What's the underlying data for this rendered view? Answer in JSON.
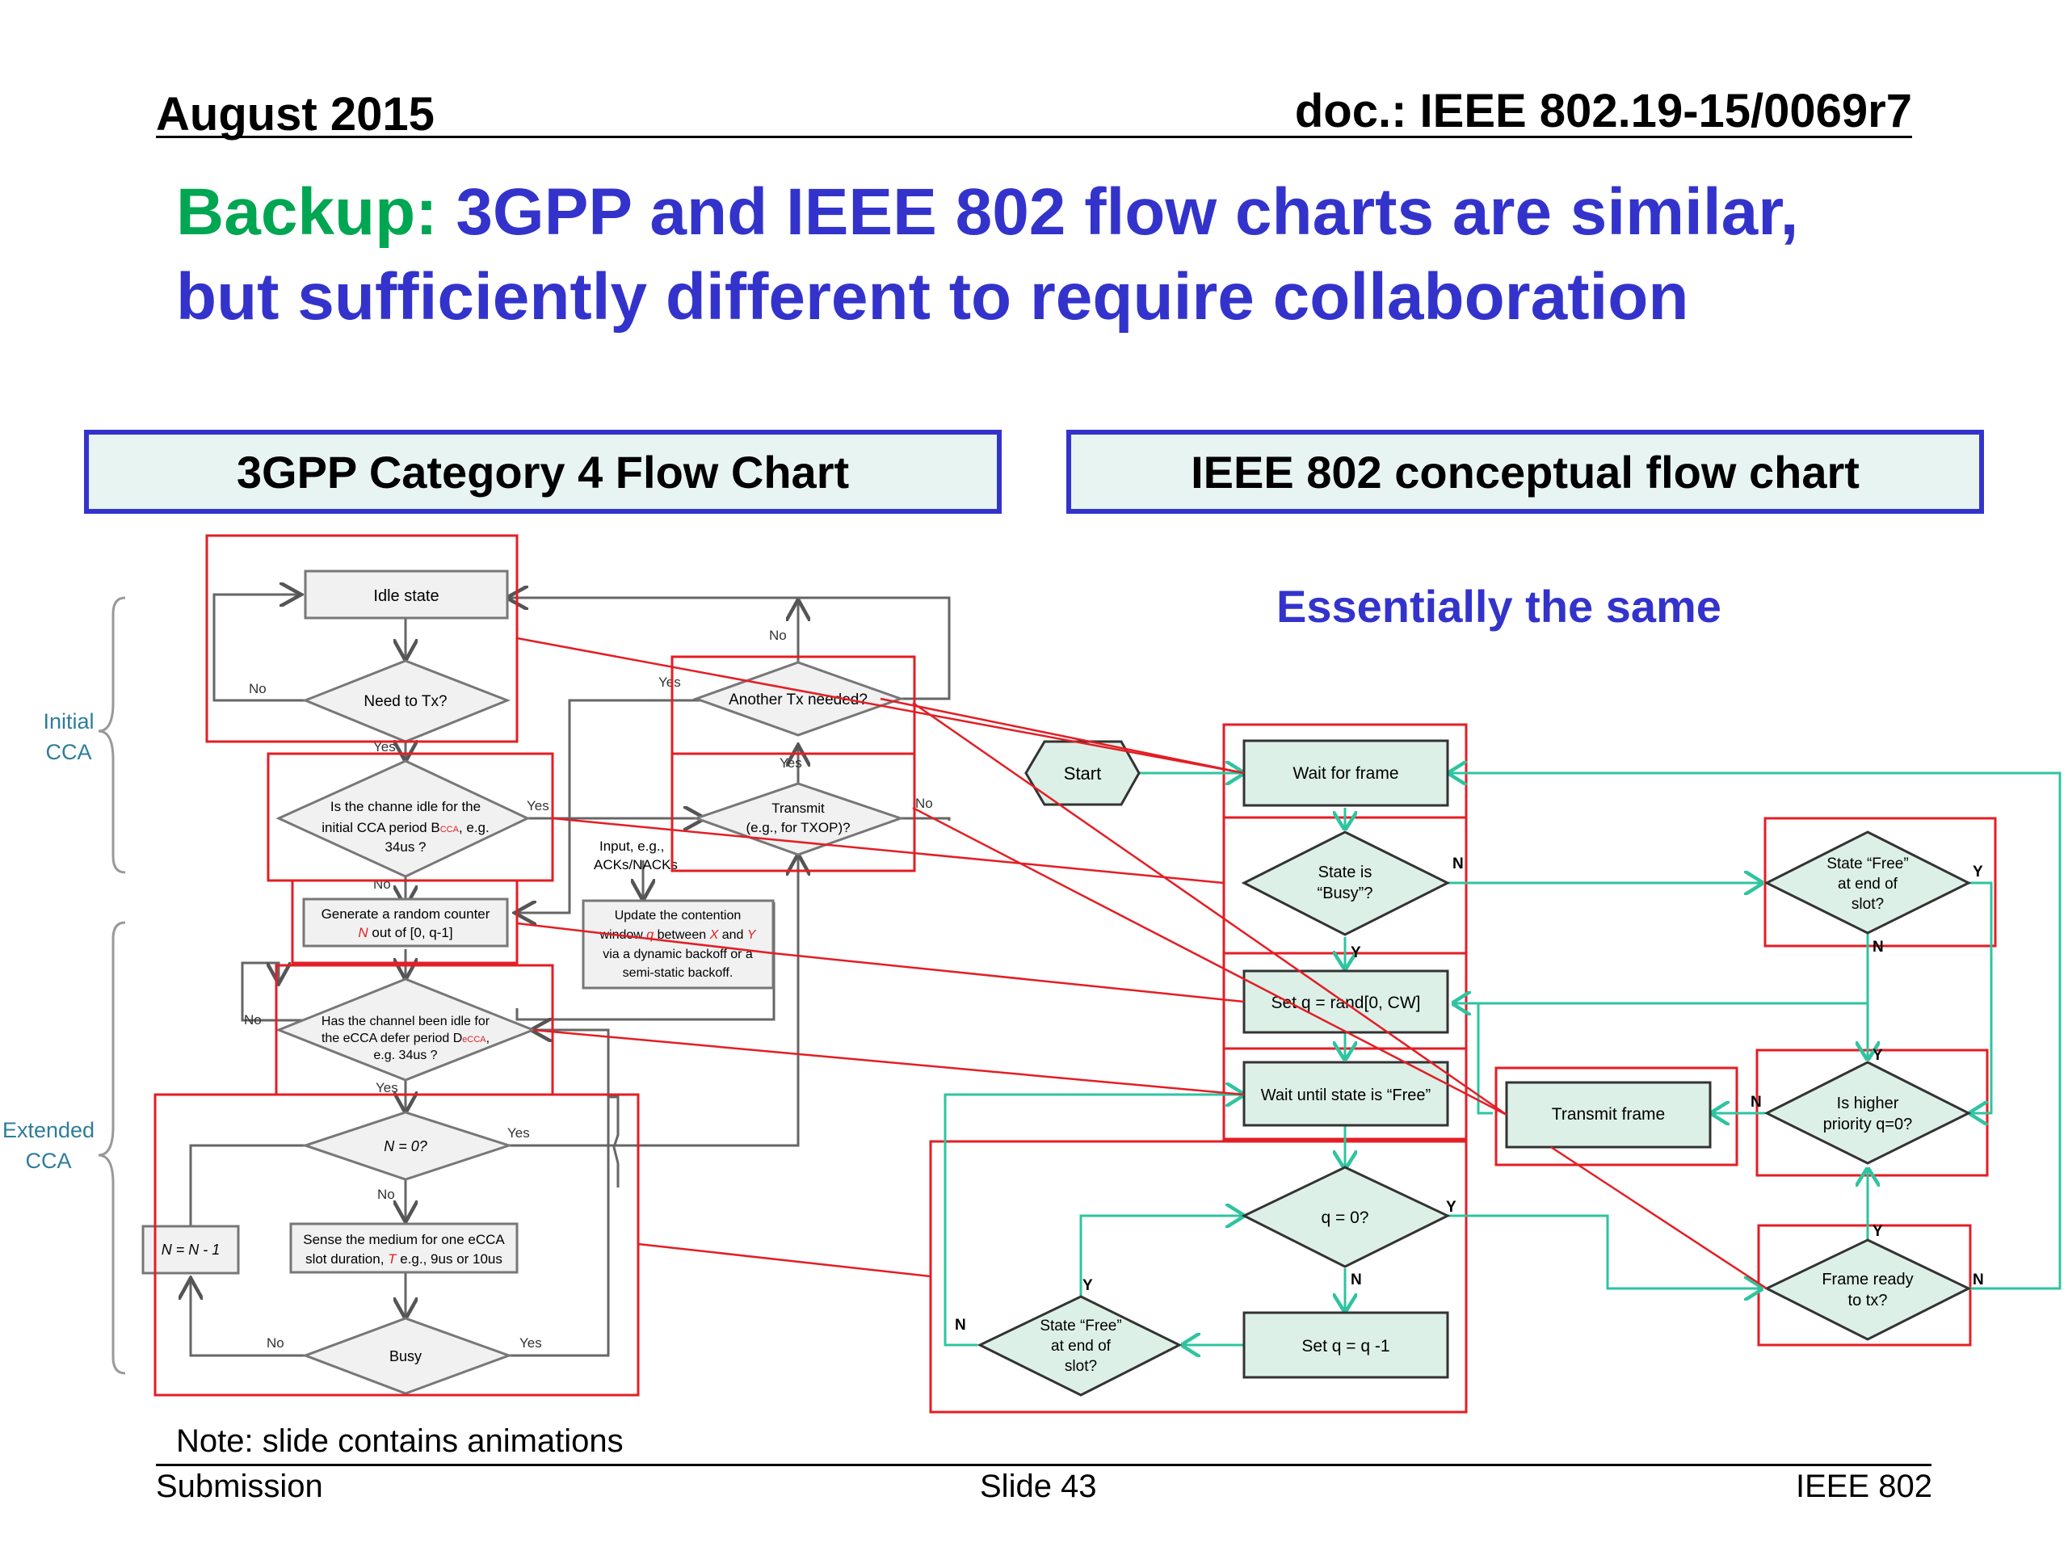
{
  "header": {
    "date": "August 2015",
    "doc": "doc.: IEEE 802.19-15/0069r7"
  },
  "title": {
    "accent": "Backup:",
    "line1": "3GPP and IEEE 802 flow charts are similar,",
    "line2": "but sufficiently different to require collaboration"
  },
  "panels": {
    "left_title": "3GPP Category 4 Flow Chart",
    "right_title": "IEEE 802 conceptual flow chart"
  },
  "annotation": "Essentially the same",
  "footer": {
    "note": "Note: slide contains animations",
    "left": "Submission",
    "center": "Slide 43",
    "right": "IEEE 802"
  },
  "gpp": {
    "braces": {
      "initial_1": "Initial",
      "initial_2": "CCA",
      "extended_1": "Extended",
      "extended_2": "CCA"
    },
    "idle": "Idle state",
    "need_tx": "Need to Tx?",
    "another_tx": "Another Tx needed?",
    "idle_check": [
      "Is the channe idle for the",
      "initial CCA period B",
      "CCA",
      ", e.g.",
      "34us ?"
    ],
    "transmit": [
      "Transmit",
      "(e.g., for TXOP)?"
    ],
    "input": [
      "Input, e.g.,",
      "ACKs/NACKs"
    ],
    "gen_counter": [
      "Generate a random counter",
      "N",
      " out of [0, q-1]"
    ],
    "update_cw": [
      "Update the contention",
      "window ",
      "q",
      " between ",
      "X",
      " and ",
      "Y",
      "via a dynamic backoff or a",
      "semi-static backoff."
    ],
    "ecca": [
      "Has the channel been idle for",
      "the eCCA defer period D",
      "eCCA",
      ",",
      "e.g. 34us ?"
    ],
    "n_zero": "N = 0?",
    "n_dec": "N = N - 1",
    "sense": [
      "Sense the medium for one eCCA",
      "slot duration, ",
      "T",
      " e.g., 9us or 10us"
    ],
    "busy": "Busy",
    "labels": {
      "yes": "Yes",
      "no": "No"
    }
  },
  "ieee": {
    "start": "Start",
    "wait_frame": "Wait for frame",
    "state_busy": [
      "State is",
      "“Busy”?"
    ],
    "set_q": "Set q = rand[0, CW]",
    "wait_free": "Wait until state is “Free”",
    "q_zero": "q = 0?",
    "set_q_dec": "Set q = q -1",
    "state_free_left": [
      "State “Free”",
      "at end of",
      "slot?"
    ],
    "state_free_right": [
      "State “Free”",
      "at end of",
      "slot?"
    ],
    "transmit": "Transmit frame",
    "higher_priority": [
      "Is higher",
      "priority q=0?"
    ],
    "frame_ready": [
      "Frame ready",
      "to tx?"
    ],
    "labels": {
      "y": "Y",
      "n": "N"
    }
  },
  "colors": {
    "title_blue": "#3333cc",
    "accent_green": "#00a651",
    "mapping_red": "#e31e24",
    "flow_teal": "#2ec4a0",
    "node_fill": "#ddf0e8",
    "brace_text": "#2e7d9a"
  }
}
